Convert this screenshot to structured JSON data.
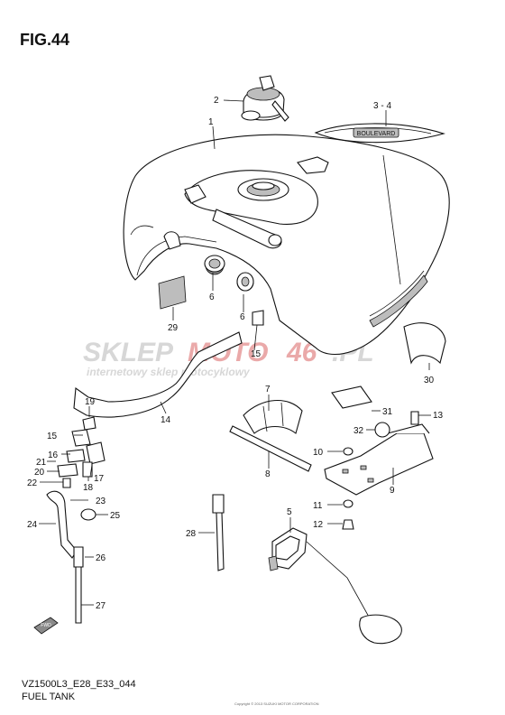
{
  "figure": {
    "title": "FIG.44"
  },
  "footer": {
    "code": "VZ1500L3_E28_E33_044",
    "name": "FUEL TANK",
    "copyright": "Copyright © 2013 SUZUKI MOTOR CORPORATION"
  },
  "watermark": {
    "brand_part1": "SKLEP",
    "brand_part2": "MOTO",
    "brand_part3": "46",
    "brand_part4": ".PL",
    "tagline": "internetowy sklep motocyklowy",
    "colors": {
      "gray": "#d3d3d3",
      "red": "#e8a0a0"
    }
  },
  "emblem": {
    "text": "BOULEVARD"
  },
  "badge": {
    "text": "FWD"
  },
  "callouts": {
    "c1": "1",
    "c2": "2",
    "c3": "3 - 4",
    "c5": "5",
    "c6a": "6",
    "c6b": "6",
    "c7": "7",
    "c8": "8",
    "c9": "9",
    "c10": "10",
    "c11": "11",
    "c12": "12",
    "c13": "13",
    "c14": "14",
    "c15a": "15",
    "c15b": "15",
    "c16": "16",
    "c17": "17",
    "c18": "18",
    "c19": "19",
    "c20": "20",
    "c21": "21",
    "c22": "22",
    "c23": "23",
    "c24": "24",
    "c25": "25",
    "c26": "26",
    "c27": "27",
    "c28": "28",
    "c29": "29",
    "c30": "30",
    "c31": "31",
    "c32": "32"
  }
}
